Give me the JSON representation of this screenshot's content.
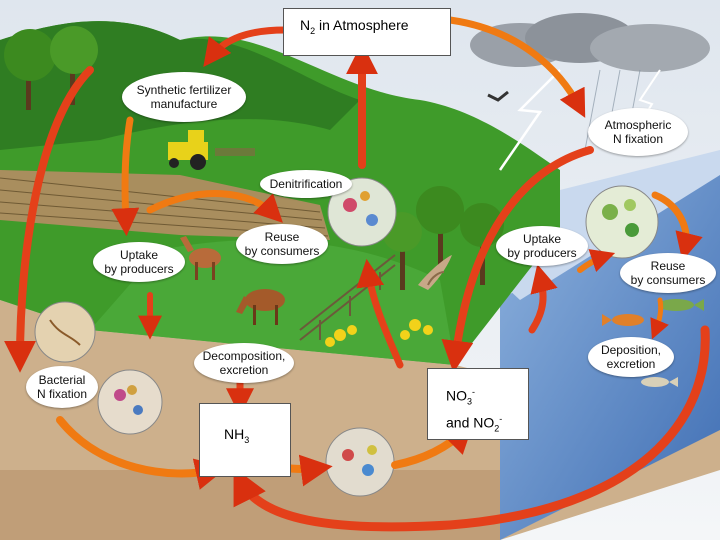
{
  "colors": {
    "sky": "#e8eef4",
    "grass": "#3f9b2a",
    "soil": "#cdb08c",
    "water": "#5b86c4",
    "arrow": "#f07a12",
    "arrow_dark": "#d9300f"
  },
  "boxes": {
    "n2": {
      "label": "N",
      "sub": "2",
      "suffix": " in Atmosphere"
    },
    "nh3": {
      "label": "NH",
      "sub": "3"
    },
    "nitrate": {
      "line1": "NO",
      "line1_sub": "3",
      "line1_sup": "-",
      "line2": "and NO",
      "line2_sub": "2",
      "line2_sup": "-"
    }
  },
  "labels": {
    "synthetic": [
      "Synthetic fertilizer",
      "manufacture"
    ],
    "atmospheric": [
      "Atmospheric",
      "N fixation"
    ],
    "denitrification": [
      "Denitrification"
    ],
    "reuse_land": [
      "Reuse",
      "by consumers"
    ],
    "uptake_land": [
      "Uptake",
      "by producers"
    ],
    "uptake_water": [
      "Uptake",
      "by producers"
    ],
    "reuse_water": [
      "Reuse",
      "by consumers"
    ],
    "decomposition": [
      "Decomposition,",
      "excretion"
    ],
    "bacterial": [
      "Bacterial",
      "N fixation"
    ],
    "deposition": [
      "Deposition,",
      "excretion"
    ]
  },
  "icons": [
    "tree-icon",
    "tractor-icon",
    "horse-icon",
    "bird-icon",
    "hawk-icon",
    "fish-icon",
    "bacteria-icon",
    "lightning-icon",
    "cloud-icon"
  ]
}
